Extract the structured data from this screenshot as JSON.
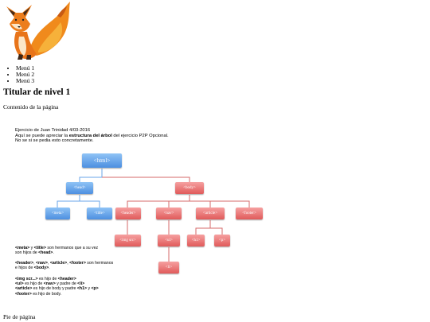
{
  "menu": [
    "Menú 1",
    "Menú 2",
    "Menú 3"
  ],
  "heading": "Titular de nivel 1",
  "content_text": "Contenido de la página",
  "note": {
    "line1": "Ejercicio de Juan Trinidad  4/03-2016",
    "line2_pre": "Aquí se puede apreciar la ",
    "line2_bold": "estructura del árbol",
    "line2_post": " del ejercicio P2P Opcional.",
    "line3": "No se si se pedia esto concretamente."
  },
  "tree": {
    "html": "<html>",
    "head": "<head>",
    "body": "<body>",
    "meta": "<meta>",
    "title": "<title>",
    "header": "<header>",
    "nav": "<nav>",
    "article": "<article>",
    "footer": "<footer>",
    "img": "<img src>",
    "ul": "<ul>",
    "h1": "<h1>",
    "p": "<p>",
    "li": "<li>"
  },
  "explanations": {
    "e1a": "<meta>",
    "e1b": " y ",
    "e1c": "<title>",
    "e1d": " son hermanos que a su vez",
    "e1e": "son hijos de  ",
    "e1f": "<head>",
    "e1g": ".",
    "e2a": "<header>",
    "e2b": ", ",
    "e2c": "<nav>",
    "e2d": ", ",
    "e2e": "<article>",
    "e2f": ", ",
    "e2g": "<footer>",
    "e2h": " son hermanos",
    "e2i": "e hijos de ",
    "e2j": "<body>",
    "e2k": ".",
    "e3a": "<img scr...>",
    "e3b": " es hijo de ",
    "e3c": "<header>",
    "e4a": "<ul>",
    "e4b": " es hijo de ",
    "e4c": "<nav>",
    "e4d": " y padre de ",
    "e4e": "<li>",
    "e5a": "<article>",
    "e5b": " es hijo de body y padre ",
    "e5c": "<h1>",
    "e5d": " y ",
    "e5e": "<p>",
    "e6a": "<footer>",
    "e6b": " es hijo de body."
  },
  "footer_text": "Pie de página",
  "colors": {
    "blue": "#5b9be6",
    "red": "#e36464",
    "line_blue": "#6aa5ea",
    "line_red": "#d66a6a"
  }
}
